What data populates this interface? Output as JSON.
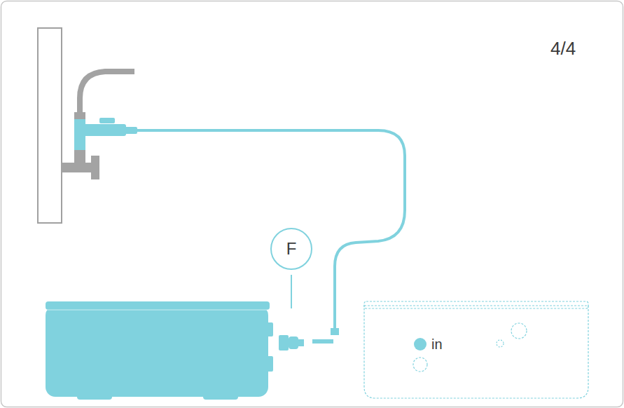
{
  "diagram": {
    "nodes": [
      {
        "text": [
          "F"
        ]
      }
    ],
    "labels": [
      "4/4",
      "in"
    ]
  }
}
